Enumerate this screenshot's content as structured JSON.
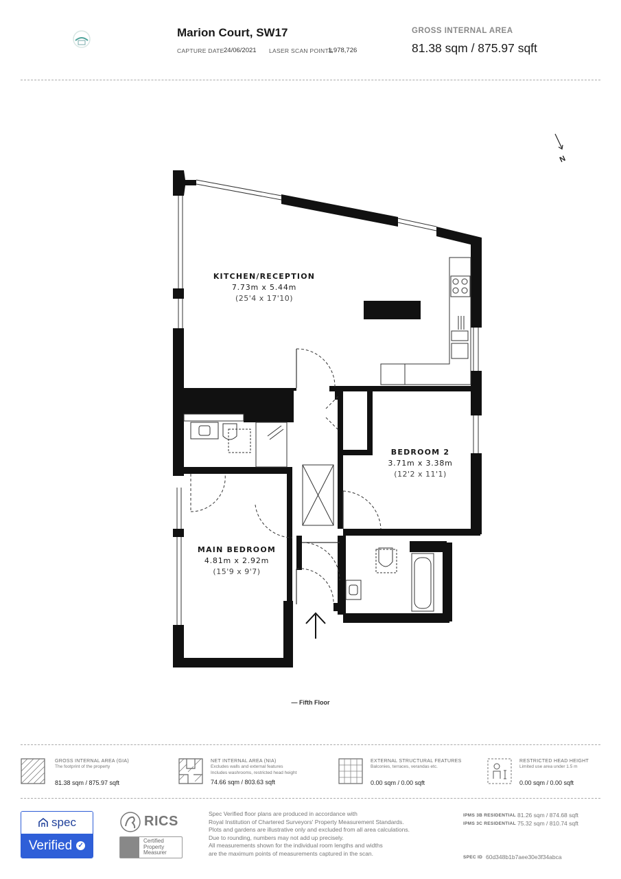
{
  "header": {
    "title": "Marion Court, SW17",
    "capture_date_label": "CAPTURE DATE",
    "capture_date": "24/06/2021",
    "scan_points_label": "LASER SCAN POINTS",
    "scan_points": "1,978,726",
    "gia_label": "GROSS INTERNAL AREA",
    "gia_value": "81.38 sqm / 875.97 sqft",
    "logo_icon": "house-logo-icon"
  },
  "compass": {
    "label": "N"
  },
  "rooms": {
    "kitchen": {
      "name": "KITCHEN/RECEPTION",
      "dims": "7.73m x 5.44m",
      "imperial": "(25'4 x 17'10)"
    },
    "bedroom2": {
      "name": "BEDROOM 2",
      "dims": "3.71m x 3.38m",
      "imperial": "(12'2 x 11'1)"
    },
    "main_bedroom": {
      "name": "MAIN BEDROOM",
      "dims": "4.81m x 2.92m",
      "imperial": "(15'9 x 9'7)"
    }
  },
  "floor_label": "— Fifth Floor",
  "legend": {
    "gia": {
      "title": "GROSS INTERNAL AREA (GIA)",
      "sub": "The footprint of the property",
      "value": "81.38 sqm / 875.97 sqft"
    },
    "nia": {
      "title": "NET INTERNAL AREA (NIA)",
      "sub1": "Excludes walls and external features",
      "sub2": "Includes washrooms, restricted head height",
      "value": "74.66 sqm / 803.63 sqft"
    },
    "esf": {
      "title": "EXTERNAL STRUCTURAL FEATURES",
      "sub": "Balconies, terraces, verandas etc.",
      "value": "0.00 sqm / 0.00 sqft"
    },
    "rhh": {
      "title": "RESTRICTED HEAD HEIGHT",
      "sub": "Limited use area under 1.5 m",
      "value": "0.00 sqm / 0.00 sqft"
    }
  },
  "footer": {
    "spec_label": "spec",
    "verified_label": "Verified",
    "rics_label": "RICS",
    "certified": [
      "Certified",
      "Property",
      "Measurer"
    ],
    "disclaimer": [
      "Spec Verified floor plans are produced in accordance with",
      "Royal Institution of Chartered Surveyors' Property Measurement Standards.",
      "Plots and gardens are illustrative only and excluded from all area calculations.",
      "Due to rounding, numbers may not add up precisely.",
      "All measurements shown for the individual room lengths and widths",
      "are the maximum points of measurements captured in the scan."
    ],
    "ipms3b_label": "IPMS 3B RESIDENTIAL",
    "ipms3b_value": "81.26 sqm / 874.68 sqft",
    "ipms3c_label": "IPMS 3C RESIDENTIAL",
    "ipms3c_value": "75.32 sqm / 810.74 sqft",
    "spec_id_label": "SPEC ID",
    "spec_id": "60d348b1b7aee30e3f34abca"
  }
}
